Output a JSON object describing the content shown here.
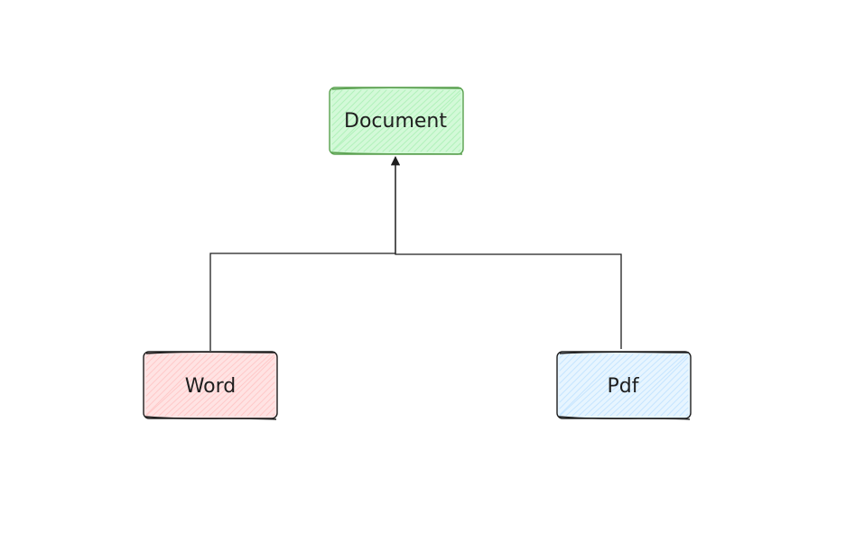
{
  "diagram": {
    "nodes": {
      "document": {
        "label": "Document",
        "fill": "#d3f9d8",
        "hatch": "#b2f2bb",
        "stroke": "#5ba150"
      },
      "word": {
        "label": "Word",
        "fill": "#ffe3e3",
        "hatch": "#ffc9c9",
        "stroke": "#1e1e1e"
      },
      "pdf": {
        "label": "Pdf",
        "fill": "#e7f5ff",
        "hatch": "#c6e5ff",
        "stroke": "#1e1e1e"
      }
    },
    "edges": [
      {
        "from": "word",
        "to": "document"
      },
      {
        "from": "pdf",
        "to": "document"
      }
    ]
  }
}
